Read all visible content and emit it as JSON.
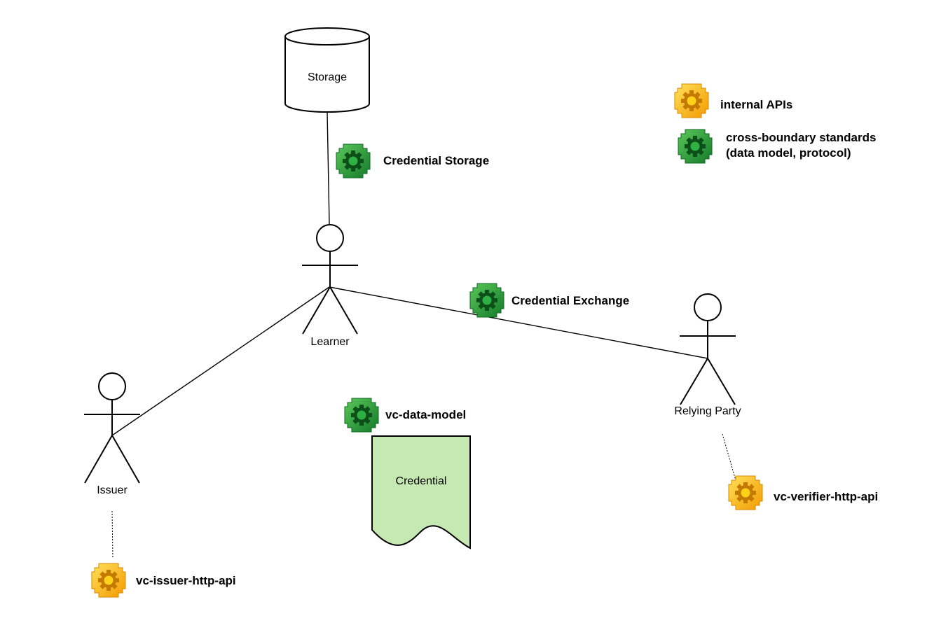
{
  "colors": {
    "standard_icon": "#2e9e3e",
    "internal_icon": "#f5b400",
    "credential_fill": "#c6e8b2"
  },
  "nodes": {
    "storage": "Storage",
    "learner": "Learner",
    "issuer": "Issuer",
    "relying_party": "Relying Party",
    "credential": "Credential"
  },
  "interfaces": {
    "credential_storage": {
      "label": "Credential Storage",
      "icon": "gear-standard-icon"
    },
    "credential_exchange": {
      "label": "Credential Exchange",
      "icon": "gear-standard-icon"
    },
    "vc_data_model": {
      "label": "vc-data-model",
      "icon": "gear-standard-icon"
    },
    "vc_issuer_http_api": {
      "label": "vc-issuer-http-api",
      "icon": "gear-internal-icon"
    },
    "vc_verifier_http_api": {
      "label": "vc-verifier-http-api",
      "icon": "gear-internal-icon"
    }
  },
  "legend": {
    "internal": "internal APIs",
    "standards_line1": "cross-boundary standards",
    "standards_line2": "(data model, protocol)"
  }
}
